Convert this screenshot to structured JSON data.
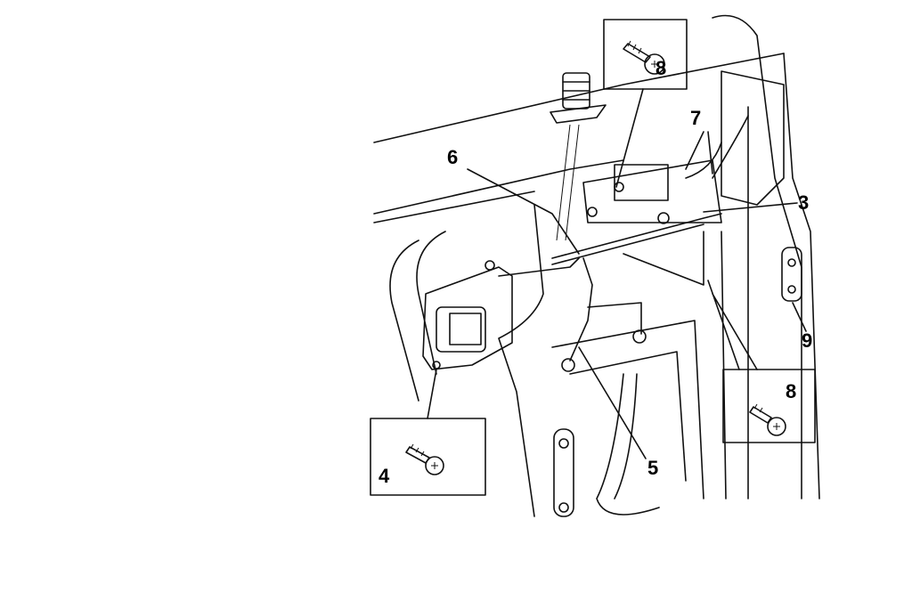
{
  "diagram": {
    "callouts": [
      {
        "id": "top-screw",
        "label": "8"
      },
      {
        "id": "seven",
        "label": "7"
      },
      {
        "id": "six",
        "label": "6"
      },
      {
        "id": "three",
        "label": "3"
      },
      {
        "id": "nine",
        "label": "9"
      },
      {
        "id": "right-screw",
        "label": "8"
      },
      {
        "id": "four",
        "label": "4"
      },
      {
        "id": "five",
        "label": "5"
      }
    ]
  }
}
